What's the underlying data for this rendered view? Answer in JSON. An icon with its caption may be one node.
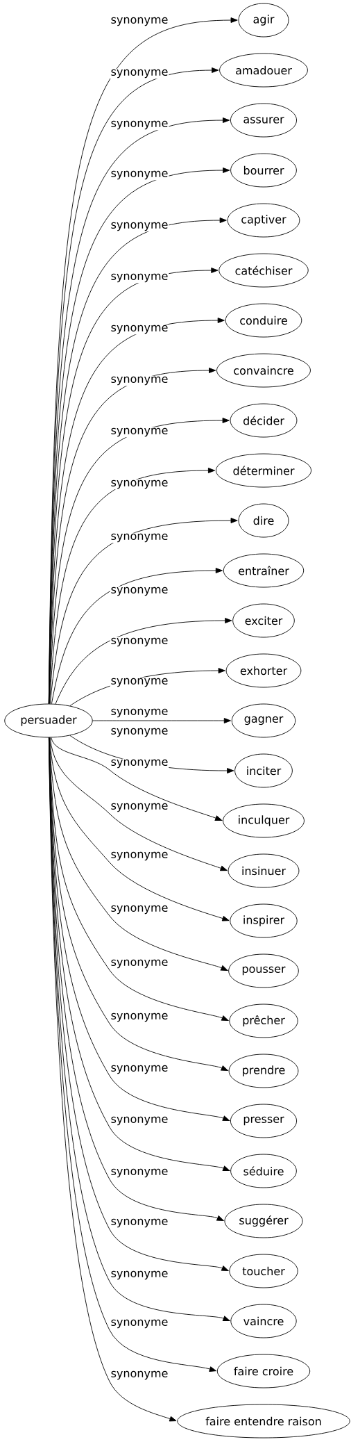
{
  "diagram": {
    "nodes": [
      {
        "text": [
          "persuader"
        ]
      },
      {
        "text": [
          "agir"
        ]
      },
      {
        "text": [
          "amadouer"
        ]
      },
      {
        "text": [
          "assurer"
        ]
      },
      {
        "text": [
          "bourrer"
        ]
      },
      {
        "text": [
          "captiver"
        ]
      },
      {
        "text": [
          "catéchiser"
        ]
      },
      {
        "text": [
          "conduire"
        ]
      },
      {
        "text": [
          "convaincre"
        ]
      },
      {
        "text": [
          "décider"
        ]
      },
      {
        "text": [
          "déterminer"
        ]
      },
      {
        "text": [
          "dire"
        ]
      },
      {
        "text": [
          "entraîner"
        ]
      },
      {
        "text": [
          "exciter"
        ]
      },
      {
        "text": [
          "exhorter"
        ]
      },
      {
        "text": [
          "gagner"
        ]
      },
      {
        "text": [
          "inciter"
        ]
      },
      {
        "text": [
          "inculquer"
        ]
      },
      {
        "text": [
          "insinuer"
        ]
      },
      {
        "text": [
          "inspirer"
        ]
      },
      {
        "text": [
          "pousser"
        ]
      },
      {
        "text": [
          "prêcher"
        ]
      },
      {
        "text": [
          "prendre"
        ]
      },
      {
        "text": [
          "presser"
        ]
      },
      {
        "text": [
          "séduire"
        ]
      },
      {
        "text": [
          "suggérer"
        ]
      },
      {
        "text": [
          "toucher"
        ]
      },
      {
        "text": [
          "vaincre"
        ]
      },
      {
        "text": [
          "faire croire"
        ]
      },
      {
        "text": [
          "faire entendre raison"
        ]
      }
    ],
    "edges": [
      {
        "from": 0,
        "to": 1,
        "arrow": "to",
        "label": "synonyme"
      },
      {
        "from": 0,
        "to": 2,
        "arrow": "to",
        "label": "synonyme"
      },
      {
        "from": 0,
        "to": 3,
        "arrow": "to",
        "label": "synonyme"
      },
      {
        "from": 0,
        "to": 4,
        "arrow": "to",
        "label": "synonyme"
      },
      {
        "from": 0,
        "to": 5,
        "arrow": "to",
        "label": "synonyme"
      },
      {
        "from": 0,
        "to": 6,
        "arrow": "to",
        "label": "synonyme"
      },
      {
        "from": 0,
        "to": 7,
        "arrow": "to",
        "label": "synonyme"
      },
      {
        "from": 0,
        "to": 8,
        "arrow": "to",
        "label": "synonyme"
      },
      {
        "from": 0,
        "to": 9,
        "arrow": "to",
        "label": "synonyme"
      },
      {
        "from": 0,
        "to": 10,
        "arrow": "to",
        "label": "synonyme"
      },
      {
        "from": 0,
        "to": 11,
        "arrow": "to",
        "label": "synonyme"
      },
      {
        "from": 0,
        "to": 12,
        "arrow": "to",
        "label": "synonyme"
      },
      {
        "from": 0,
        "to": 13,
        "arrow": "to",
        "label": "synonyme"
      },
      {
        "from": 0,
        "to": 14,
        "arrow": "to",
        "label": "synonyme"
      },
      {
        "from": 0,
        "to": 15,
        "arrow": "to",
        "label": "synonyme"
      },
      {
        "from": 0,
        "to": 16,
        "arrow": "to",
        "label": "synonyme"
      },
      {
        "from": 0,
        "to": 17,
        "arrow": "to",
        "label": "synonyme"
      },
      {
        "from": 0,
        "to": 18,
        "arrow": "to",
        "label": "synonyme"
      },
      {
        "from": 0,
        "to": 19,
        "arrow": "to",
        "label": "synonyme"
      },
      {
        "from": 0,
        "to": 20,
        "arrow": "to",
        "label": "synonyme"
      },
      {
        "from": 0,
        "to": 21,
        "arrow": "to",
        "label": "synonyme"
      },
      {
        "from": 0,
        "to": 22,
        "arrow": "to",
        "label": "synonyme"
      },
      {
        "from": 0,
        "to": 23,
        "arrow": "to",
        "label": "synonyme"
      },
      {
        "from": 0,
        "to": 24,
        "arrow": "to",
        "label": "synonyme"
      },
      {
        "from": 0,
        "to": 25,
        "arrow": "to",
        "label": "synonyme"
      },
      {
        "from": 0,
        "to": 26,
        "arrow": "to",
        "label": "synonyme"
      },
      {
        "from": 0,
        "to": 27,
        "arrow": "to",
        "label": "synonyme"
      },
      {
        "from": 0,
        "to": 28,
        "arrow": "to",
        "label": "synonyme"
      },
      {
        "from": 0,
        "to": 29,
        "arrow": "to",
        "label": "synonyme"
      }
    ]
  }
}
